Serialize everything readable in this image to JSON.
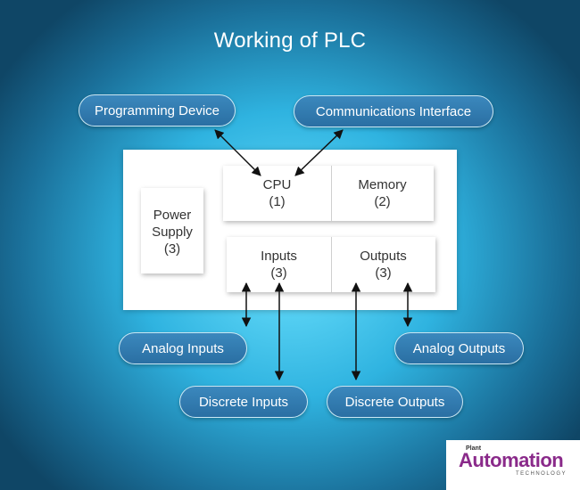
{
  "title": "Working of PLC",
  "programming_device": "Programming Device",
  "communications_interface": "Communications Interface",
  "power_supply": {
    "line1": "Power",
    "line2": "Supply",
    "line3": "(3)"
  },
  "cpu": {
    "name": "CPU",
    "num": "(1)"
  },
  "memory": {
    "name": "Memory",
    "num": "(2)"
  },
  "inputs": {
    "name": "Inputs",
    "num": "(3)"
  },
  "outputs": {
    "name": "Outputs",
    "num": "(3)"
  },
  "analog_inputs": "Analog Inputs",
  "analog_outputs": "Analog Outputs",
  "discrete_inputs": "Discrete Inputs",
  "discrete_outputs": "Discrete Outputs",
  "logo": {
    "small": "Plant",
    "big": "Automation",
    "tech": "TECHNOLOGY",
    "color": "#8a2a8a"
  }
}
